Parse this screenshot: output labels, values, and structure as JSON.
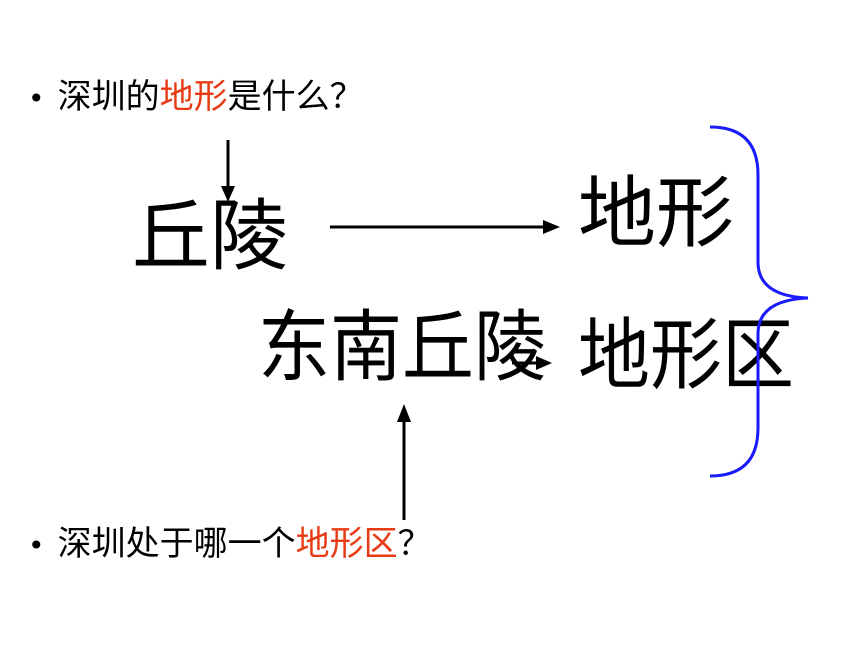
{
  "question1": {
    "bullet": "•",
    "before": "深圳的",
    "highlight": "地形",
    "after": "是什么？"
  },
  "question2": {
    "bullet": "•",
    "before": "深圳处于哪一个",
    "highlight": "地形区",
    "after": "？"
  },
  "terms": {
    "qiuling": "丘陵",
    "dixing": "地形",
    "dongnan_qiuling": "东南丘陵",
    "dixingqu": "地形区"
  },
  "colors": {
    "highlight": "#e83a14",
    "brace": "#1a1aff",
    "arrow": "#000000"
  }
}
